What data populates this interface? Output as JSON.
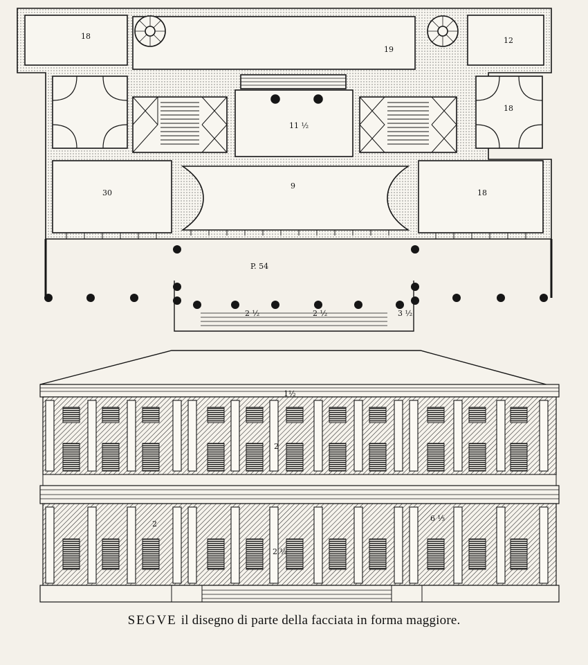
{
  "caption": {
    "lead": "SEGVE",
    "rest": "il disegno di parte della facciata in forma maggiore."
  },
  "plan": {
    "room_labels": [
      "18",
      "19",
      "12",
      "18",
      "11 ½",
      "30",
      "9",
      "18",
      "P. 54"
    ],
    "dimension_labels": [
      "2 ½",
      "2 ½",
      "3 ½"
    ]
  },
  "elevation": {
    "labels": [
      "1½",
      "2",
      "2 ½",
      "6 ⅓",
      "2"
    ]
  },
  "colors": {
    "ink": "#161616",
    "paper": "#f4f1ea",
    "hatch": "#2a2a2a"
  }
}
